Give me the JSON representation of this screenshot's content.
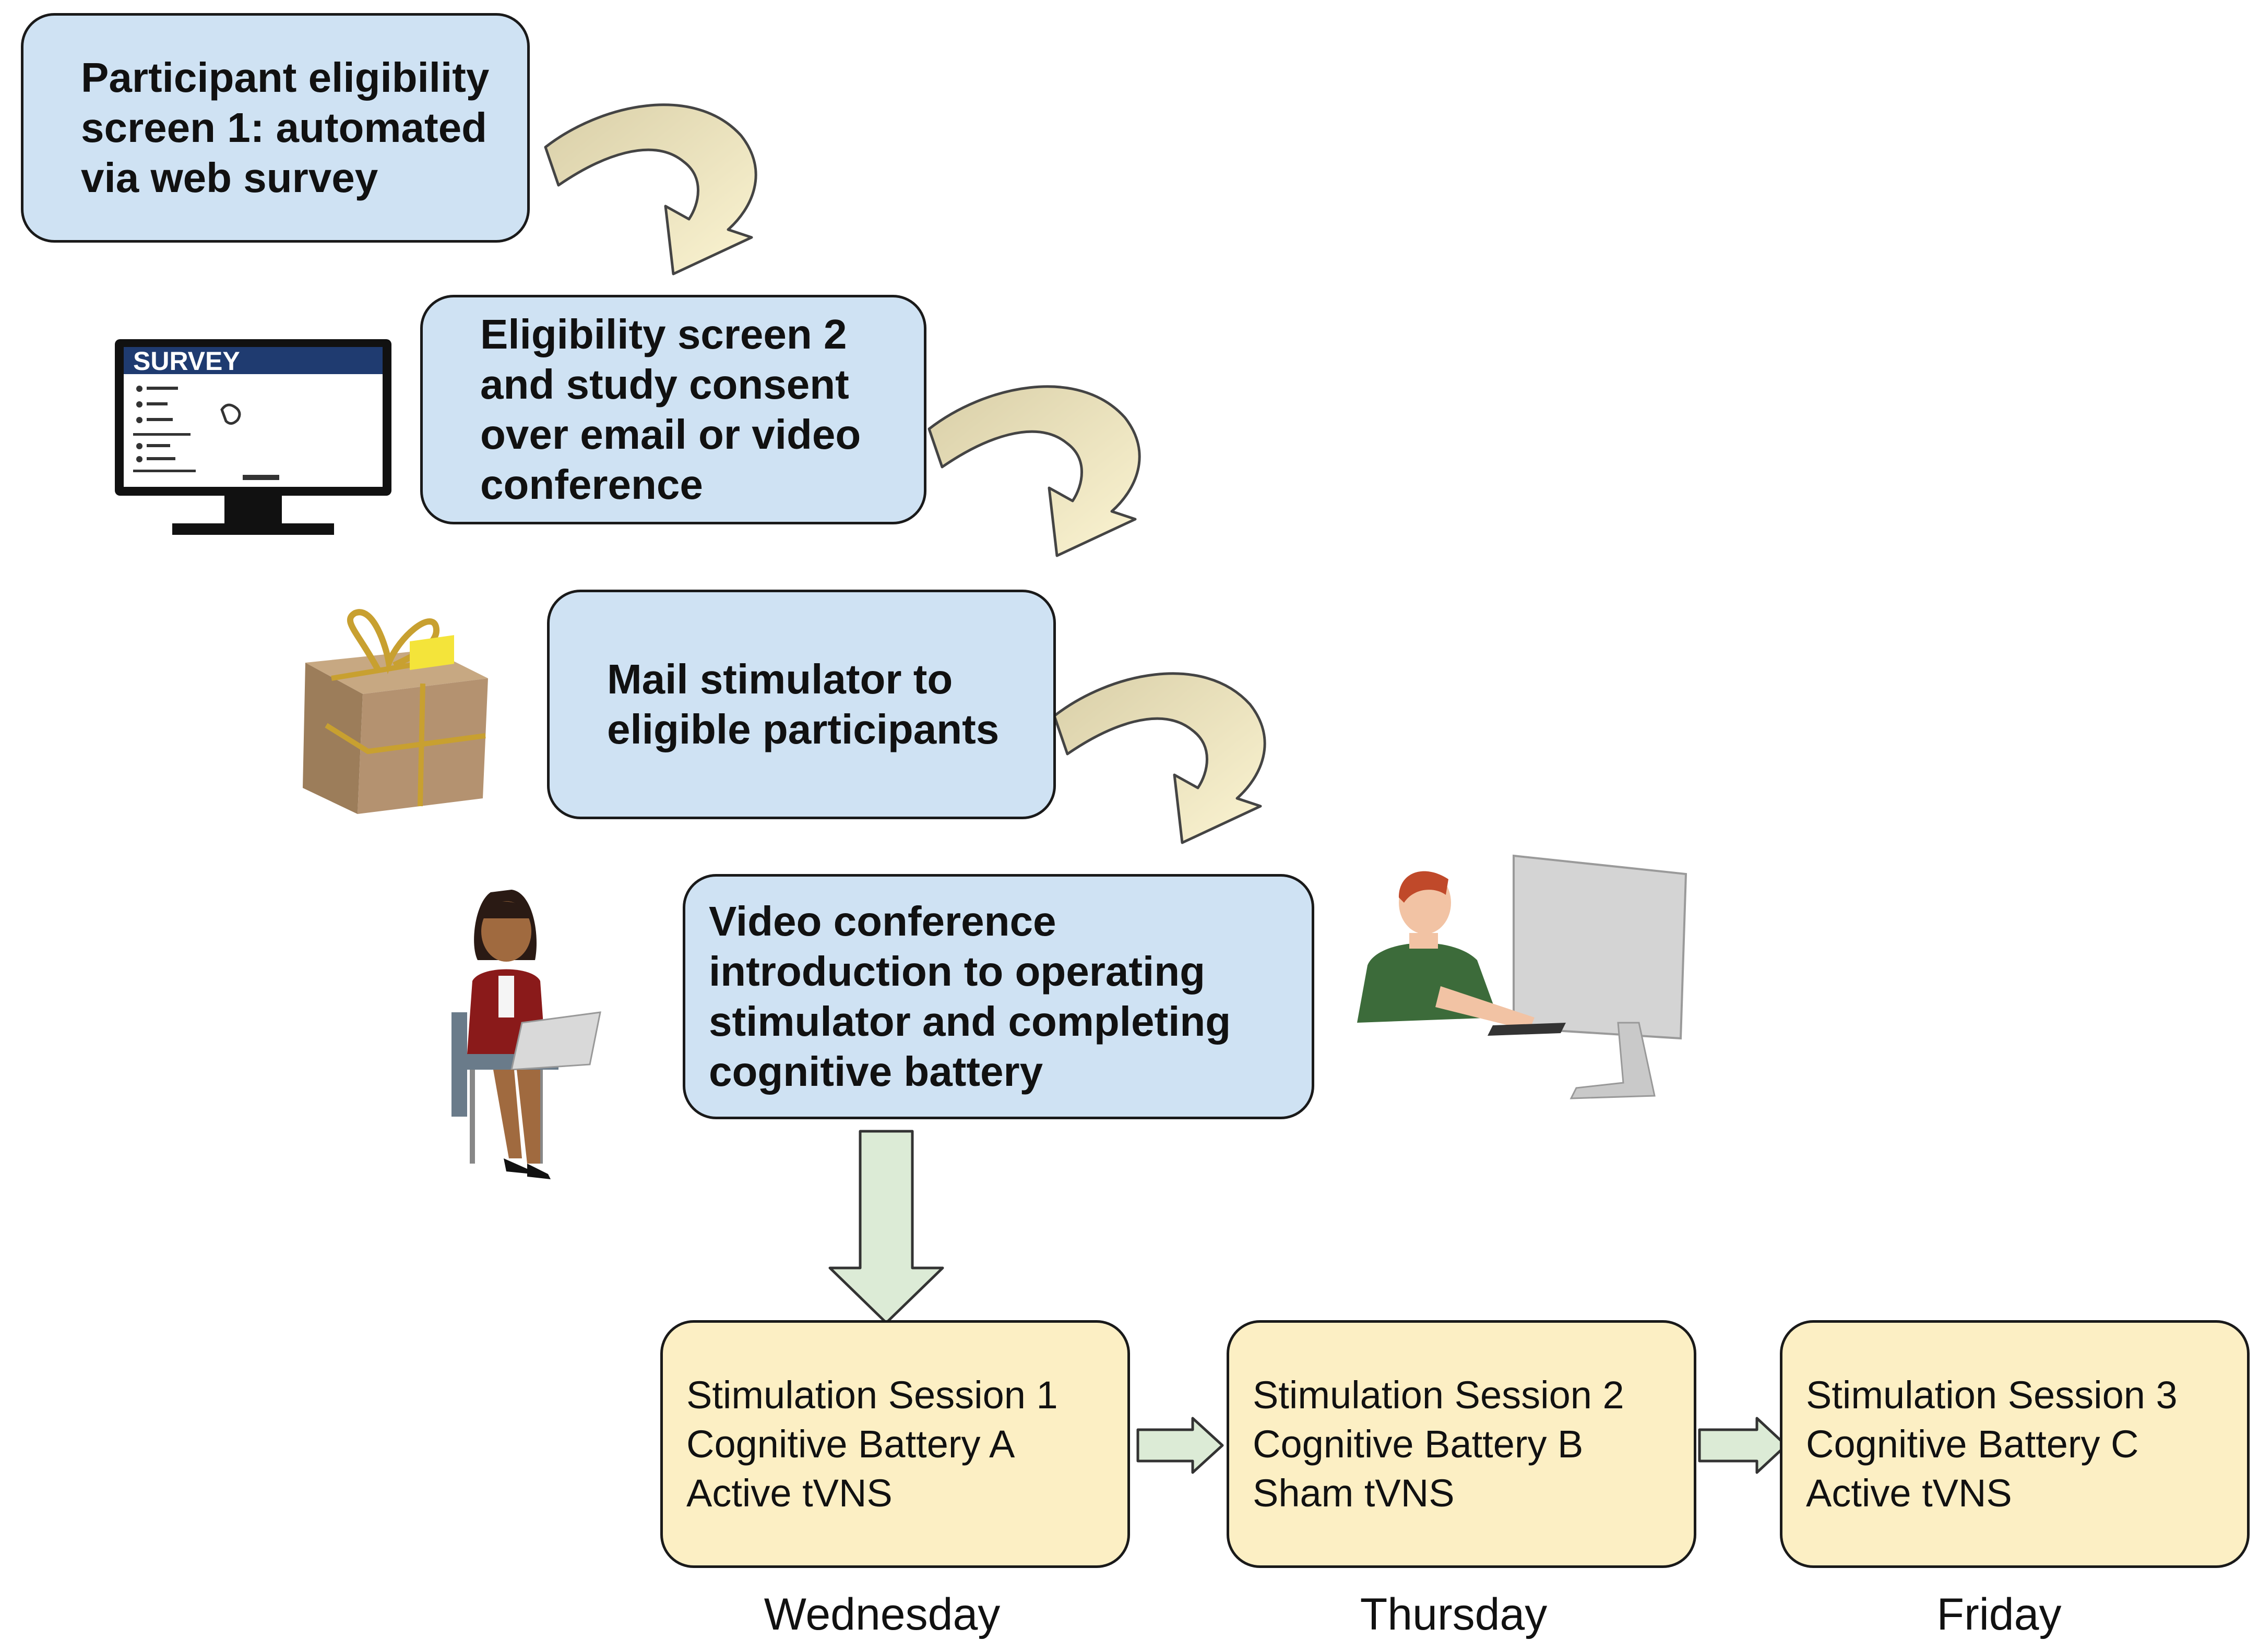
{
  "steps": [
    {
      "lines": [
        "Participant eligibility",
        "screen 1: automated",
        "via web survey"
      ]
    },
    {
      "lines": [
        "Eligibility screen 2",
        "and study consent",
        "over email or video",
        "conference"
      ]
    },
    {
      "lines": [
        "Mail stimulator to",
        "eligible participants"
      ]
    },
    {
      "lines": [
        "Video conference",
        "introduction to operating",
        "stimulator and completing",
        "cognitive battery"
      ]
    }
  ],
  "sessions": [
    {
      "lines": [
        "Stimulation Session 1",
        "Cognitive Battery A",
        "Active tVNS"
      ],
      "day": "Wednesday"
    },
    {
      "lines": [
        "Stimulation Session 2",
        "Cognitive Battery B",
        "Sham tVNS"
      ],
      "day": "Thursday"
    },
    {
      "lines": [
        "Stimulation Session 3",
        "Cognitive Battery C",
        "Active tVNS"
      ],
      "day": "Friday"
    }
  ],
  "illustrations": {
    "survey_screen_label": "SURVEY",
    "monitor": "computer-monitor-icon",
    "package": "package-icon",
    "woman": "woman-with-laptop-icon",
    "man": "man-at-computer-icon"
  },
  "colors": {
    "step_fill": "#cfe2f3",
    "session_fill": "#fcefc4",
    "curved_arrow_fill": "#f8f0c8",
    "green_arrow_fill": "#dcebd6"
  }
}
